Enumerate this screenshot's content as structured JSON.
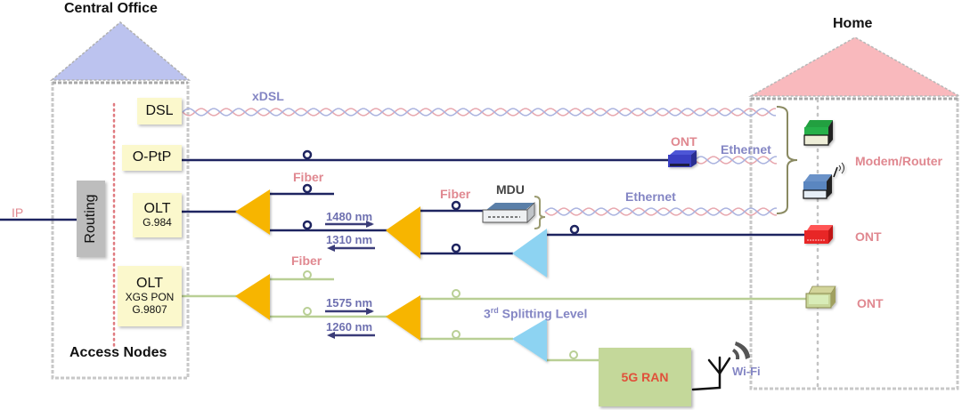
{
  "diagram": {
    "central_office": {
      "title": "Central Office",
      "section_label": "Access Nodes",
      "roof_color": "#bcc3ef",
      "routing_label": "Routing",
      "ip_label": "IP",
      "nodes": [
        {
          "label": "DSL",
          "sub": []
        },
        {
          "label": "O-PtP",
          "sub": []
        },
        {
          "label": "OLT",
          "sub": [
            "G.984"
          ]
        },
        {
          "label": "OLT",
          "sub": [
            "XGS PON",
            "G.9807"
          ]
        }
      ]
    },
    "home": {
      "title": "Home",
      "roof_color": "#f9b9bd",
      "devices": [
        {
          "label": "Modem/Router",
          "kind": "modem-router"
        },
        {
          "label": "ONT",
          "kind": "ont-red"
        },
        {
          "label": "ONT",
          "kind": "ont-olive"
        }
      ]
    },
    "links": {
      "xdsl": "xDSL",
      "ethernet_1": "Ethernet",
      "ethernet_2": "Ethernet",
      "ont_mid": "ONT",
      "mdu": "MDU",
      "fiber_1": "Fiber",
      "fiber_2": "Fiber",
      "fiber_3": "Fiber",
      "wavelength_down_gpon": "1480 nm",
      "wavelength_up_gpon": "1310 nm",
      "wavelength_down_xgs": "1575 nm",
      "wavelength_up_xgs": "1260 nm",
      "splitting_level_num": "3",
      "splitting_level_sup": "rd",
      "splitting_level_text": " Splitting Level",
      "ran": "5G RAN",
      "wifi": "Wi-Fi"
    },
    "colors": {
      "fiber_gpon": "#1e2460",
      "fiber_xgs": "#b9cf95",
      "splitter_primary": "#f7b500",
      "splitter_secondary": "#8dd3f2",
      "label_pink": "#e08890",
      "label_violet": "#8486c4"
    }
  }
}
